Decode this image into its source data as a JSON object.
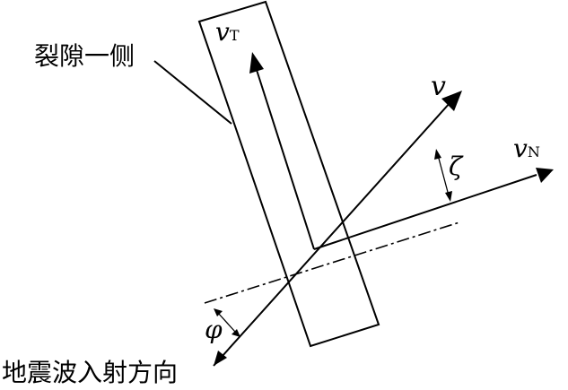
{
  "labels": {
    "fracture_side": "裂隙一侧",
    "wave_direction": "地震波入射方向",
    "v": "v",
    "v_t_base": "v",
    "v_t_sub": "T",
    "v_n_base": "v",
    "v_n_sub": "N",
    "zeta": "ζ",
    "phi": "φ"
  },
  "colors": {
    "stroke": "#000000",
    "background": "#ffffff"
  }
}
